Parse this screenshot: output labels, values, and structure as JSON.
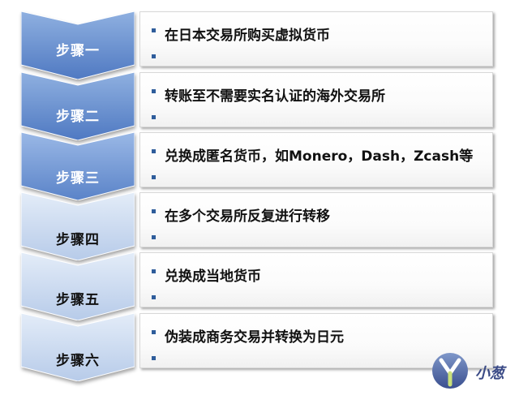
{
  "steps": [
    {
      "label": "步骤一",
      "text": "在日本交易所购买虚拟货币",
      "color_top": "#8fb0e0",
      "color_bottom": "#4f79c2",
      "label_color": "#ffffff"
    },
    {
      "label": "步骤二",
      "text": "转账至不需要实名认证的海外交易所",
      "color_top": "#8fb0e0",
      "color_bottom": "#4f79c2",
      "label_color": "#ffffff"
    },
    {
      "label": "步骤三",
      "text": "兑换成匿名货币，如Monero，Dash，Zcash等",
      "color_top": "#9ab8e6",
      "color_bottom": "#5a83c8",
      "label_color": "#ffffff"
    },
    {
      "label": "步骤四",
      "text": "在多个交易所反复进行转移",
      "color_top": "#e3ecf8",
      "color_bottom": "#b7cbe9",
      "label_color": "#111111"
    },
    {
      "label": "步骤五",
      "text": "兑换成当地货币",
      "color_top": "#e3ecf8",
      "color_bottom": "#b7cbe9",
      "label_color": "#111111"
    },
    {
      "label": "步骤六",
      "text": "伪装成商务交易并转换为日元",
      "color_top": "#e3ecf8",
      "color_bottom": "#b7cbe9",
      "label_color": "#111111"
    }
  ],
  "logo": {
    "text": "小葱"
  },
  "colors": {
    "bullet": "#2f5d9b",
    "box_border": "#d8d8d8"
  }
}
